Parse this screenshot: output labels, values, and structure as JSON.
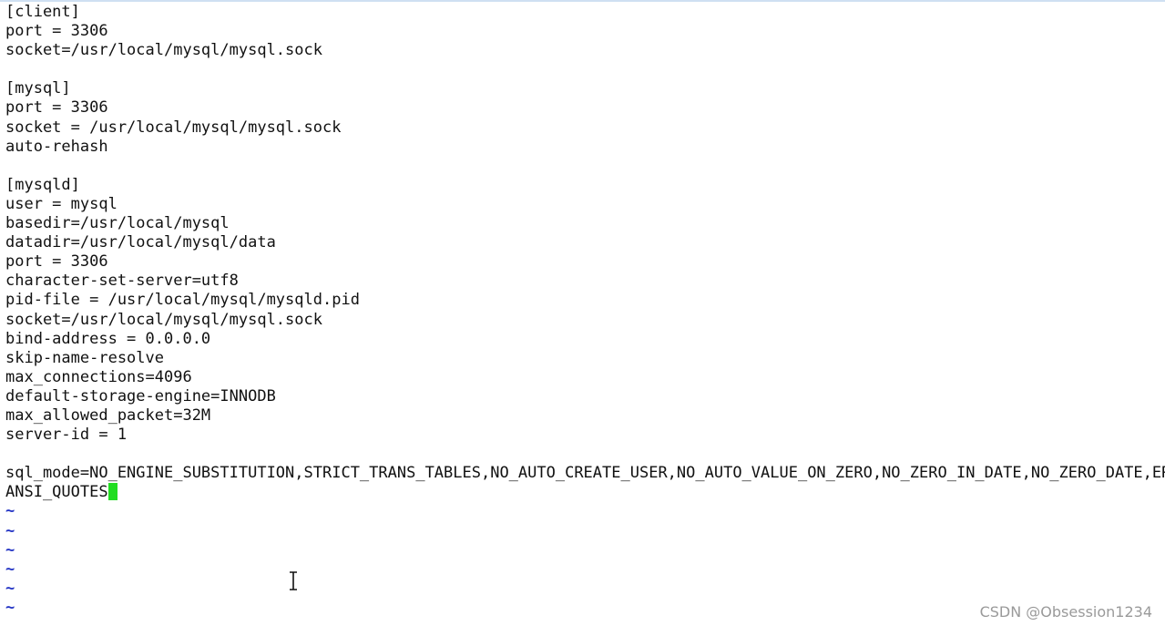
{
  "lines": [
    "[client]",
    "port = 3306",
    "socket=/usr/local/mysql/mysql.sock",
    "",
    "[mysql]",
    "port = 3306",
    "socket = /usr/local/mysql/mysql.sock",
    "auto-rehash",
    "",
    "[mysqld]",
    "user = mysql",
    "basedir=/usr/local/mysql",
    "datadir=/usr/local/mysql/data",
    "port = 3306",
    "character-set-server=utf8",
    "pid-file = /usr/local/mysql/mysqld.pid",
    "socket=/usr/local/mysql/mysql.sock",
    "bind-address = 0.0.0.0",
    "skip-name-resolve",
    "max_connections=4096",
    "default-storage-engine=INNODB",
    "max_allowed_packet=32M",
    "server-id = 1",
    "",
    "sql_mode=NO_ENGINE_SUBSTITUTION,STRICT_TRANS_TABLES,NO_AUTO_CREATE_USER,NO_AUTO_VALUE_ON_ZERO,NO_ZERO_IN_DATE,NO_ZERO_DATE,ERROR_FOR_DIVISION_BY_ZERO,PIPES_AS_CONCAT,"
  ],
  "cursor_line": "ANSI_QUOTES",
  "empty_markers": [
    "~",
    "~",
    "~",
    "~",
    "~",
    "~"
  ],
  "watermark": "CSDN @Obsession1234",
  "colors": {
    "text": "#111111",
    "tilde": "#2233c4",
    "cursor": "#22dd22",
    "background": "#ffffff"
  },
  "icons": {
    "mouse_pointer": "text-ibeam-icon"
  }
}
